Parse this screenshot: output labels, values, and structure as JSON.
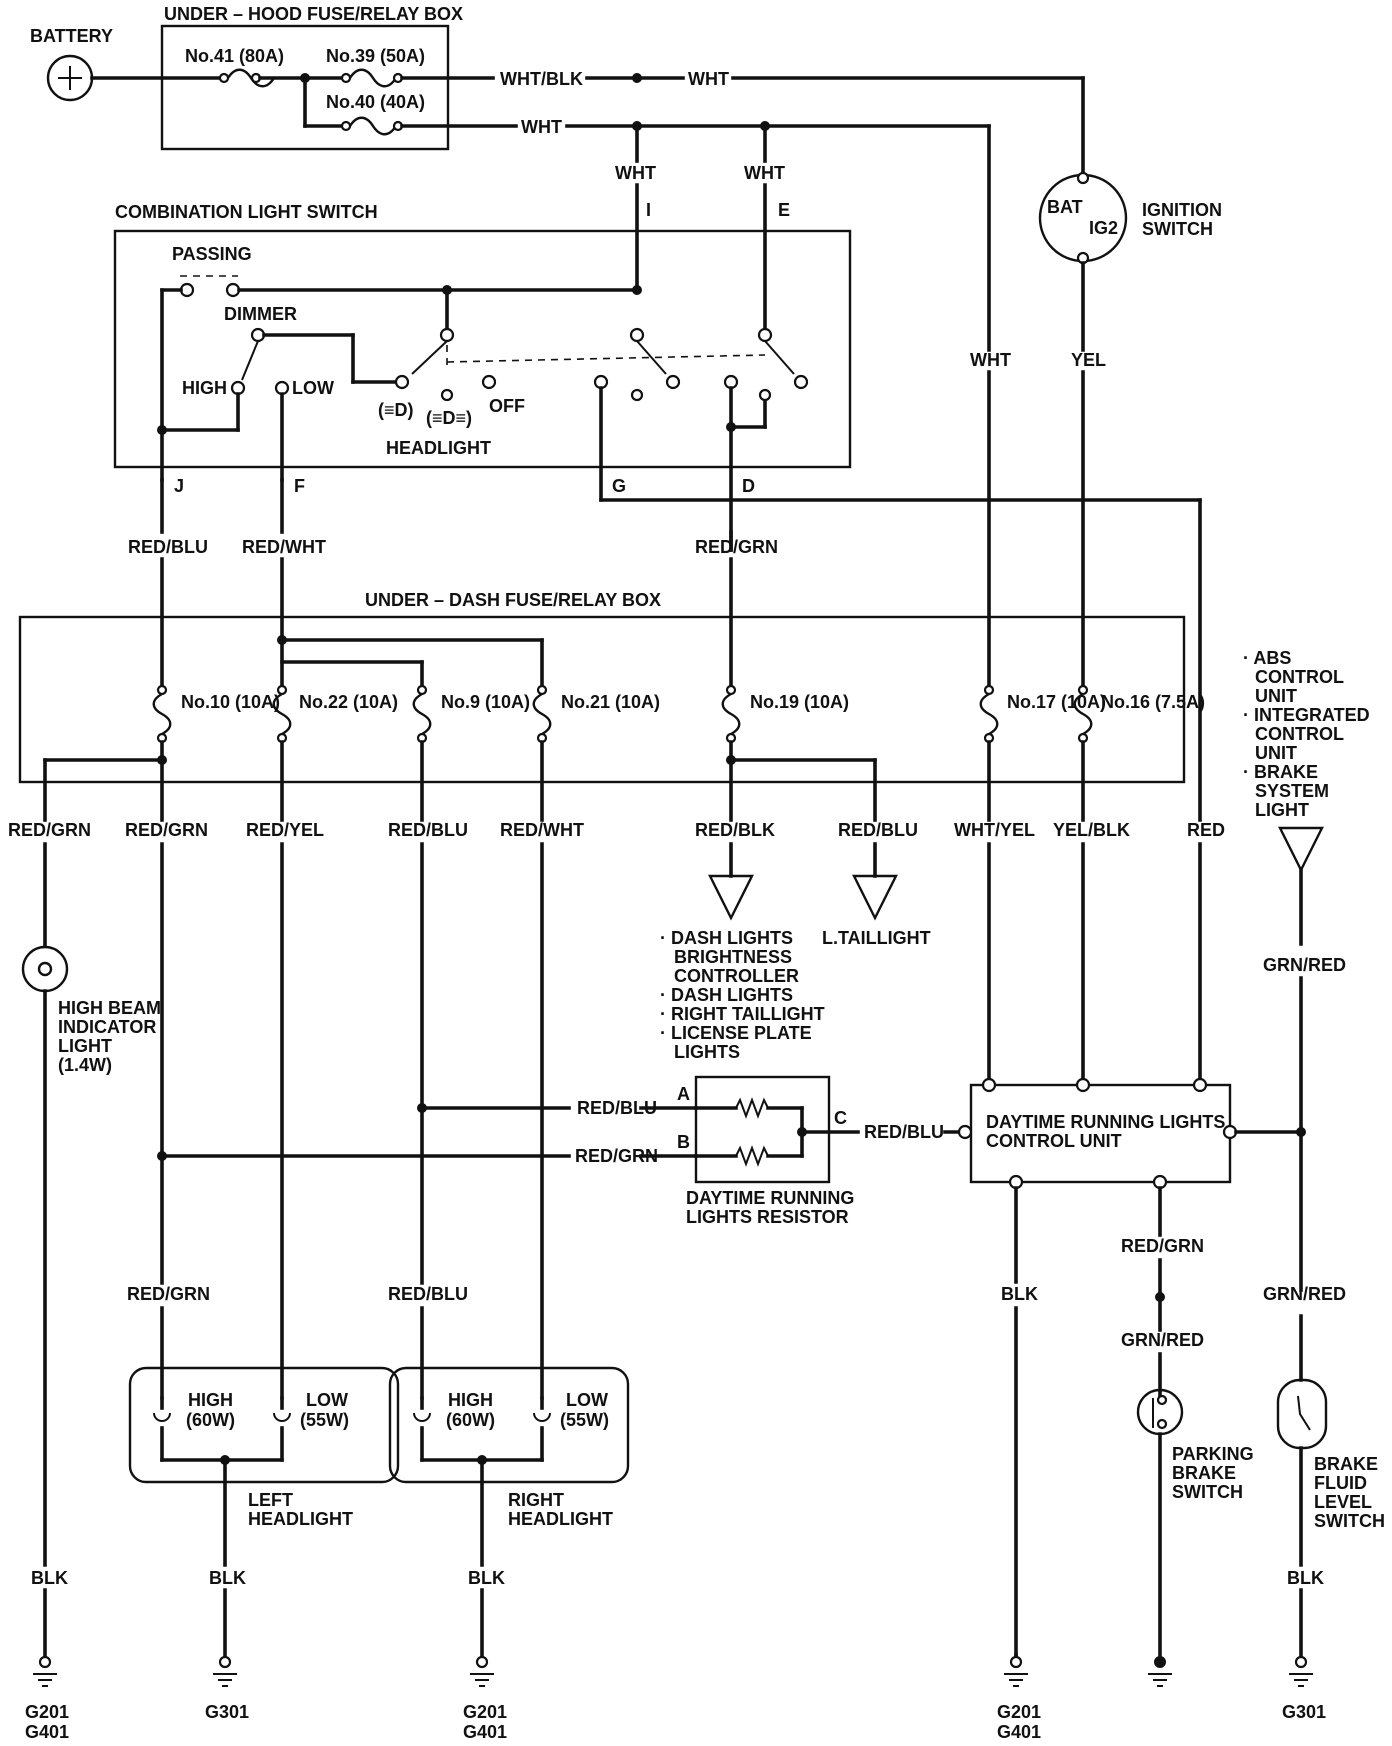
{
  "components": {
    "battery": "BATTERY",
    "underhood_box": "UNDER – HOOD FUSE/RELAY BOX",
    "fuse41": "No.41 (80A)",
    "fuse39": "No.39 (50A)",
    "fuse40": "No.40 (40A)",
    "combo_switch": "COMBINATION LIGHT SWITCH",
    "passing": "PASSING",
    "dimmer": "DIMMER",
    "high": "HIGH",
    "low": "LOW",
    "off": "OFF",
    "headlight_pos_symbol": "(≡D)",
    "parking_pos_symbol": "(≡D≡)",
    "headlight": "HEADLIGHT",
    "ignition_bat": "BAT",
    "ignition_ig2": "IG2",
    "ignition_switch": "IGNITION SWITCH",
    "underdash_box": "UNDER – DASH FUSE/RELAY BOX",
    "drl_resistor": "DAYTIME RUNNING LIGHTS RESISTOR",
    "drl_control_unit": "DAYTIME RUNNING LIGHTS CONTROL UNIT",
    "high_beam_indicator": "HIGH BEAM INDICATOR LIGHT (1.4W)",
    "left_headlight": "LEFT HEADLIGHT",
    "right_headlight": "RIGHT HEADLIGHT",
    "high_60w": "HIGH (60W)",
    "low_55w": "LOW (55W)",
    "parking_brake_switch": "PARKING BRAKE SWITCH",
    "brake_fluid_switch": "BRAKE FLUID LEVEL SWITCH",
    "l_taillight": "L.TAILLIGHT",
    "dash_list": [
      "· DASH LIGHTS",
      "BRIGHTNESS",
      "CONTROLLER",
      "· DASH LIGHTS",
      "· RIGHT TAILLIGHT",
      "· LICENSE PLATE",
      "LIGHTS"
    ],
    "abs_list": [
      "· ABS",
      "CONTROL",
      "UNIT",
      "· INTEGRATED",
      "CONTROL",
      "UNIT",
      "· BRAKE",
      "SYSTEM",
      "LIGHT"
    ]
  },
  "fuses": {
    "f10": "No.10 (10A)",
    "f22": "No.22 (10A)",
    "f9": "No.9 (10A)",
    "f21": "No.21 (10A)",
    "f19": "No.19 (10A)",
    "f17": "No.17 (10A)",
    "f16": "No.16 (7.5A)"
  },
  "terminals": {
    "I": "I",
    "E": "E",
    "J": "J",
    "F": "F",
    "G": "G",
    "D": "D",
    "A": "A",
    "B": "B",
    "C": "C"
  },
  "wire_colors": {
    "wht_blk": "WHT/BLK",
    "wht": "WHT",
    "yel": "YEL",
    "red_blu": "RED/BLU",
    "red_wht": "RED/WHT",
    "red_grn": "RED/GRN",
    "red_yel": "RED/YEL",
    "red_blk": "RED/BLK",
    "wht_yel": "WHT/YEL",
    "yel_blk": "YEL/BLK",
    "red": "RED",
    "grn_red": "GRN/RED",
    "blk": "BLK"
  },
  "grounds": {
    "g201": "G201",
    "g401": "G401",
    "g301": "G301"
  }
}
